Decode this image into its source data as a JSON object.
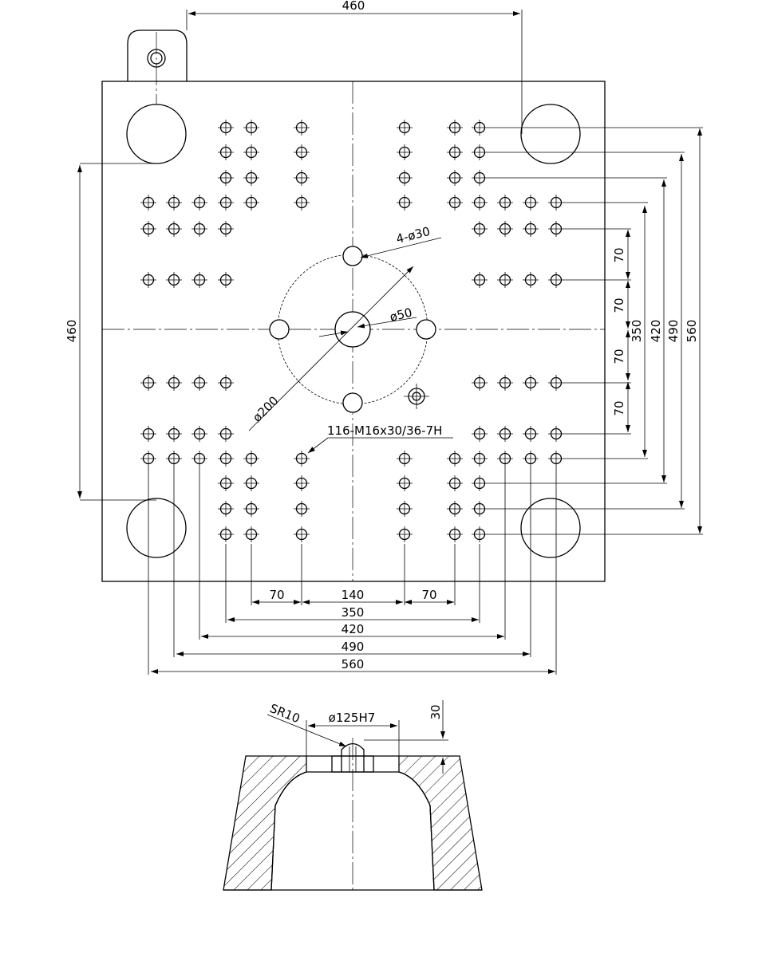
{
  "plate": {
    "overall_top_width": "460",
    "tie_bar_vertical": "460",
    "vertical_dims": [
      "70",
      "70",
      "70",
      "70",
      "350",
      "420",
      "490",
      "560"
    ],
    "horizontal_dims": [
      "70",
      "140",
      "70",
      "350",
      "420",
      "490",
      "560"
    ],
    "labels": {
      "pcd_holes": "4-ø30",
      "center_hole": "ø50",
      "pcd": "ø200",
      "thread_note": "116-M16x30/36-7H"
    }
  },
  "section": {
    "labels": {
      "sphere_radius": "SR10",
      "bore": "ø125H7",
      "depth": "30"
    }
  }
}
